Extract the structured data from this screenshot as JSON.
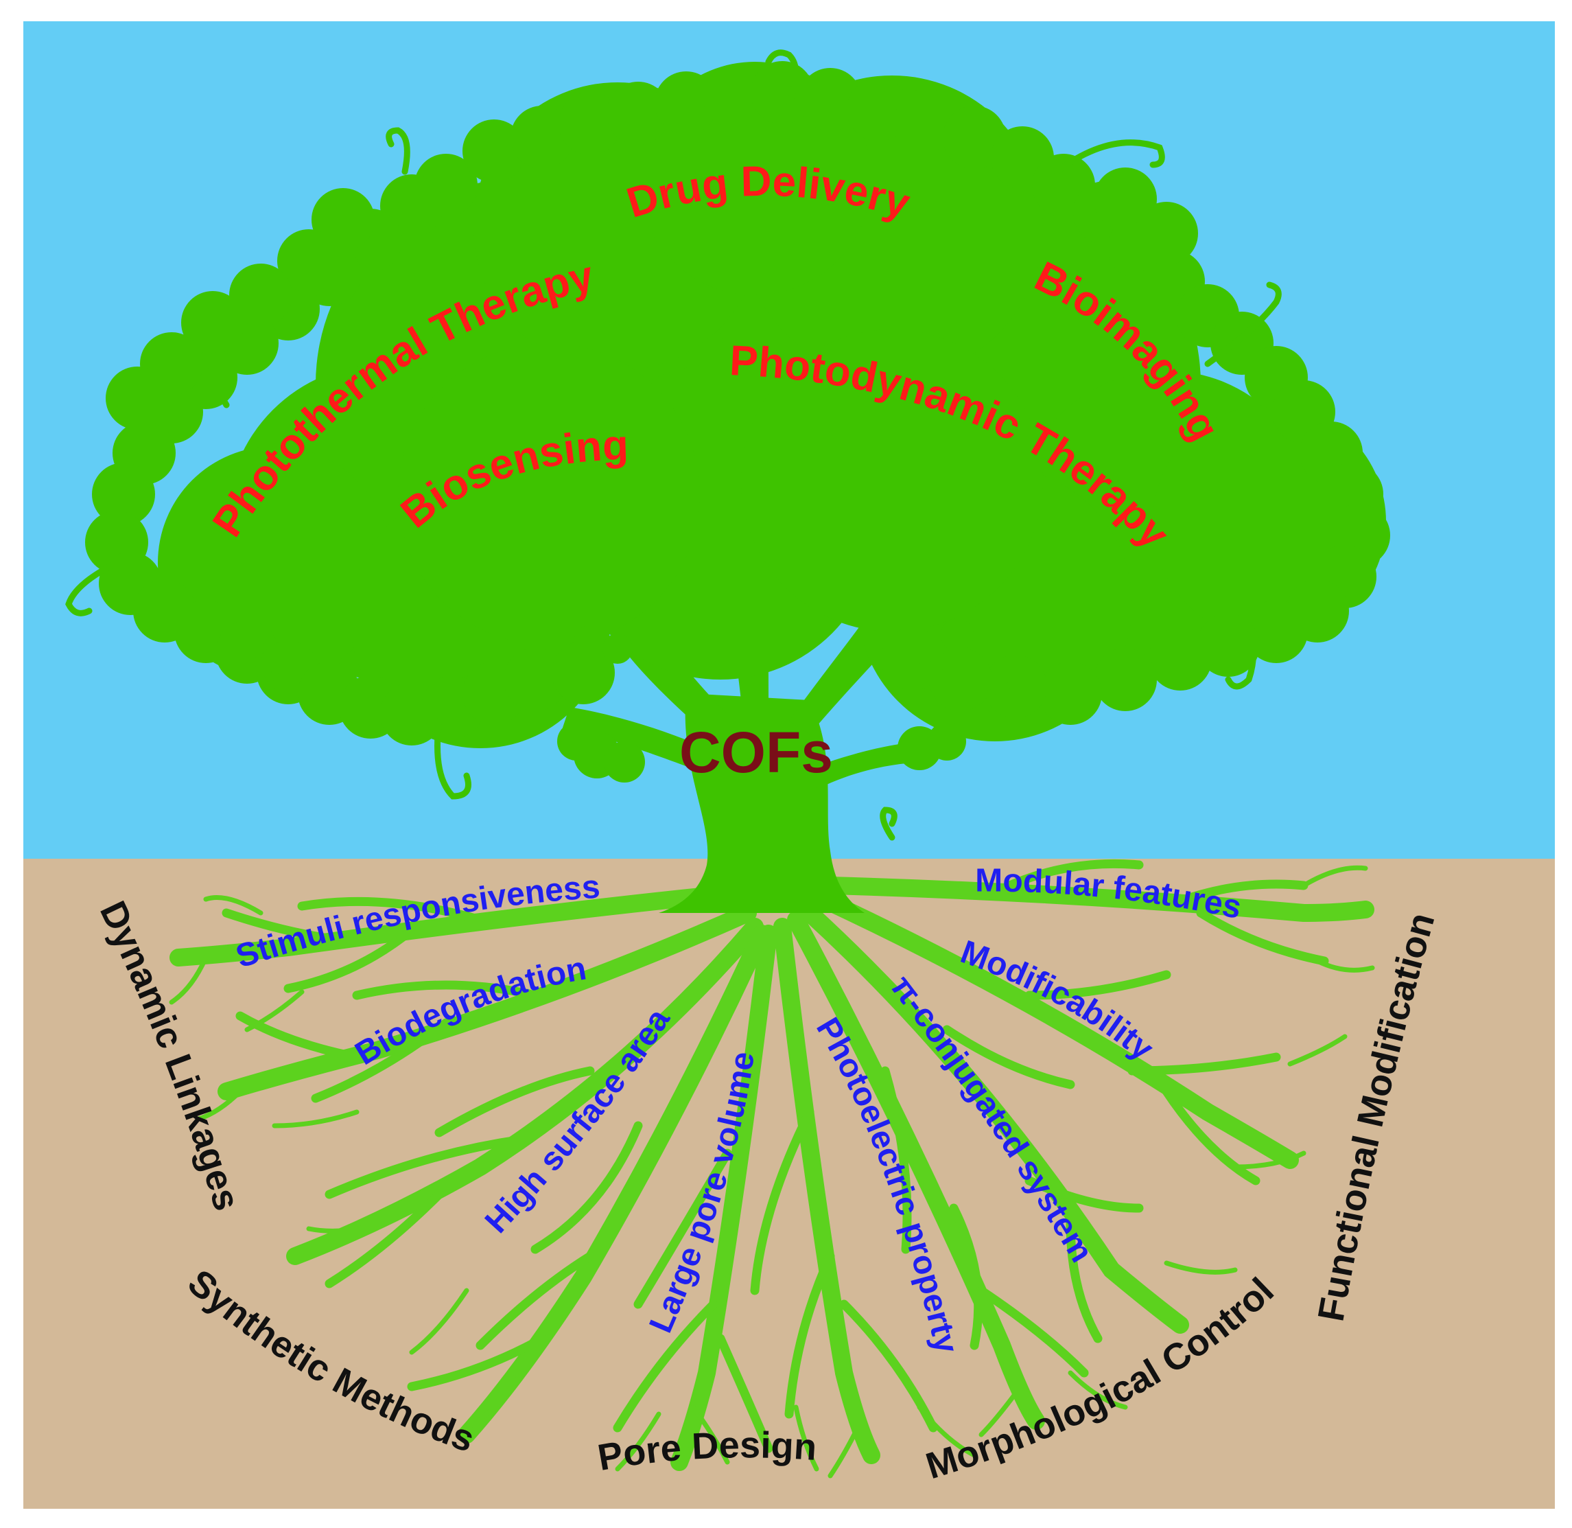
{
  "colors": {
    "sky": "#63cdf5",
    "soil": "#d3b998",
    "tree": "#3ec300",
    "roots": "#5cd21e",
    "applications": "#ff1a1a",
    "core": "#7a0f18",
    "properties": "#1f1ff0",
    "strategies": "#111111"
  },
  "core": {
    "label": "COFs"
  },
  "applications": [
    {
      "label": "Drug Delivery"
    },
    {
      "label": "Photothermal Therapy"
    },
    {
      "label": "Bioimaging"
    },
    {
      "label": "Photodynamic Therapy"
    },
    {
      "label": "Biosensing"
    }
  ],
  "properties": [
    {
      "label": "Stimuli responsiveness"
    },
    {
      "label": "Biodegradation"
    },
    {
      "label": "High surface area"
    },
    {
      "label": "Large pore volume"
    },
    {
      "label": "Photoelectric property"
    },
    {
      "label": "π-conjugated system"
    },
    {
      "label": "Modificability"
    },
    {
      "label": "Modular features"
    }
  ],
  "strategies": [
    {
      "label": "Dynamic Linkages"
    },
    {
      "label": "Synthetic Methods"
    },
    {
      "label": "Pore Design"
    },
    {
      "label": "Morphological Control"
    },
    {
      "label": "Functional Modification"
    }
  ]
}
